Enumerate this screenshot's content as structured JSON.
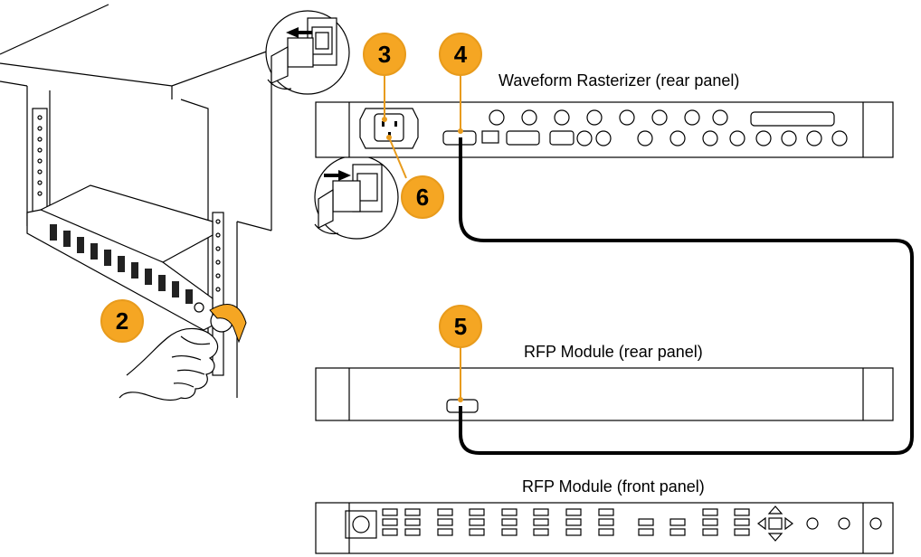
{
  "panels": {
    "rasterizer_rear": "Waveform Rasterizer (rear panel)",
    "rfp_rear": "RFP Module (rear panel)",
    "rfp_front": "RFP Module (front panel)"
  },
  "callouts": {
    "step2": "2",
    "step3": "3",
    "step4": "4",
    "step5": "5",
    "step6": "6"
  },
  "colors": {
    "callout_fill": "#F5A623",
    "callout_line": "#E89B1C",
    "cable": "#000000"
  }
}
